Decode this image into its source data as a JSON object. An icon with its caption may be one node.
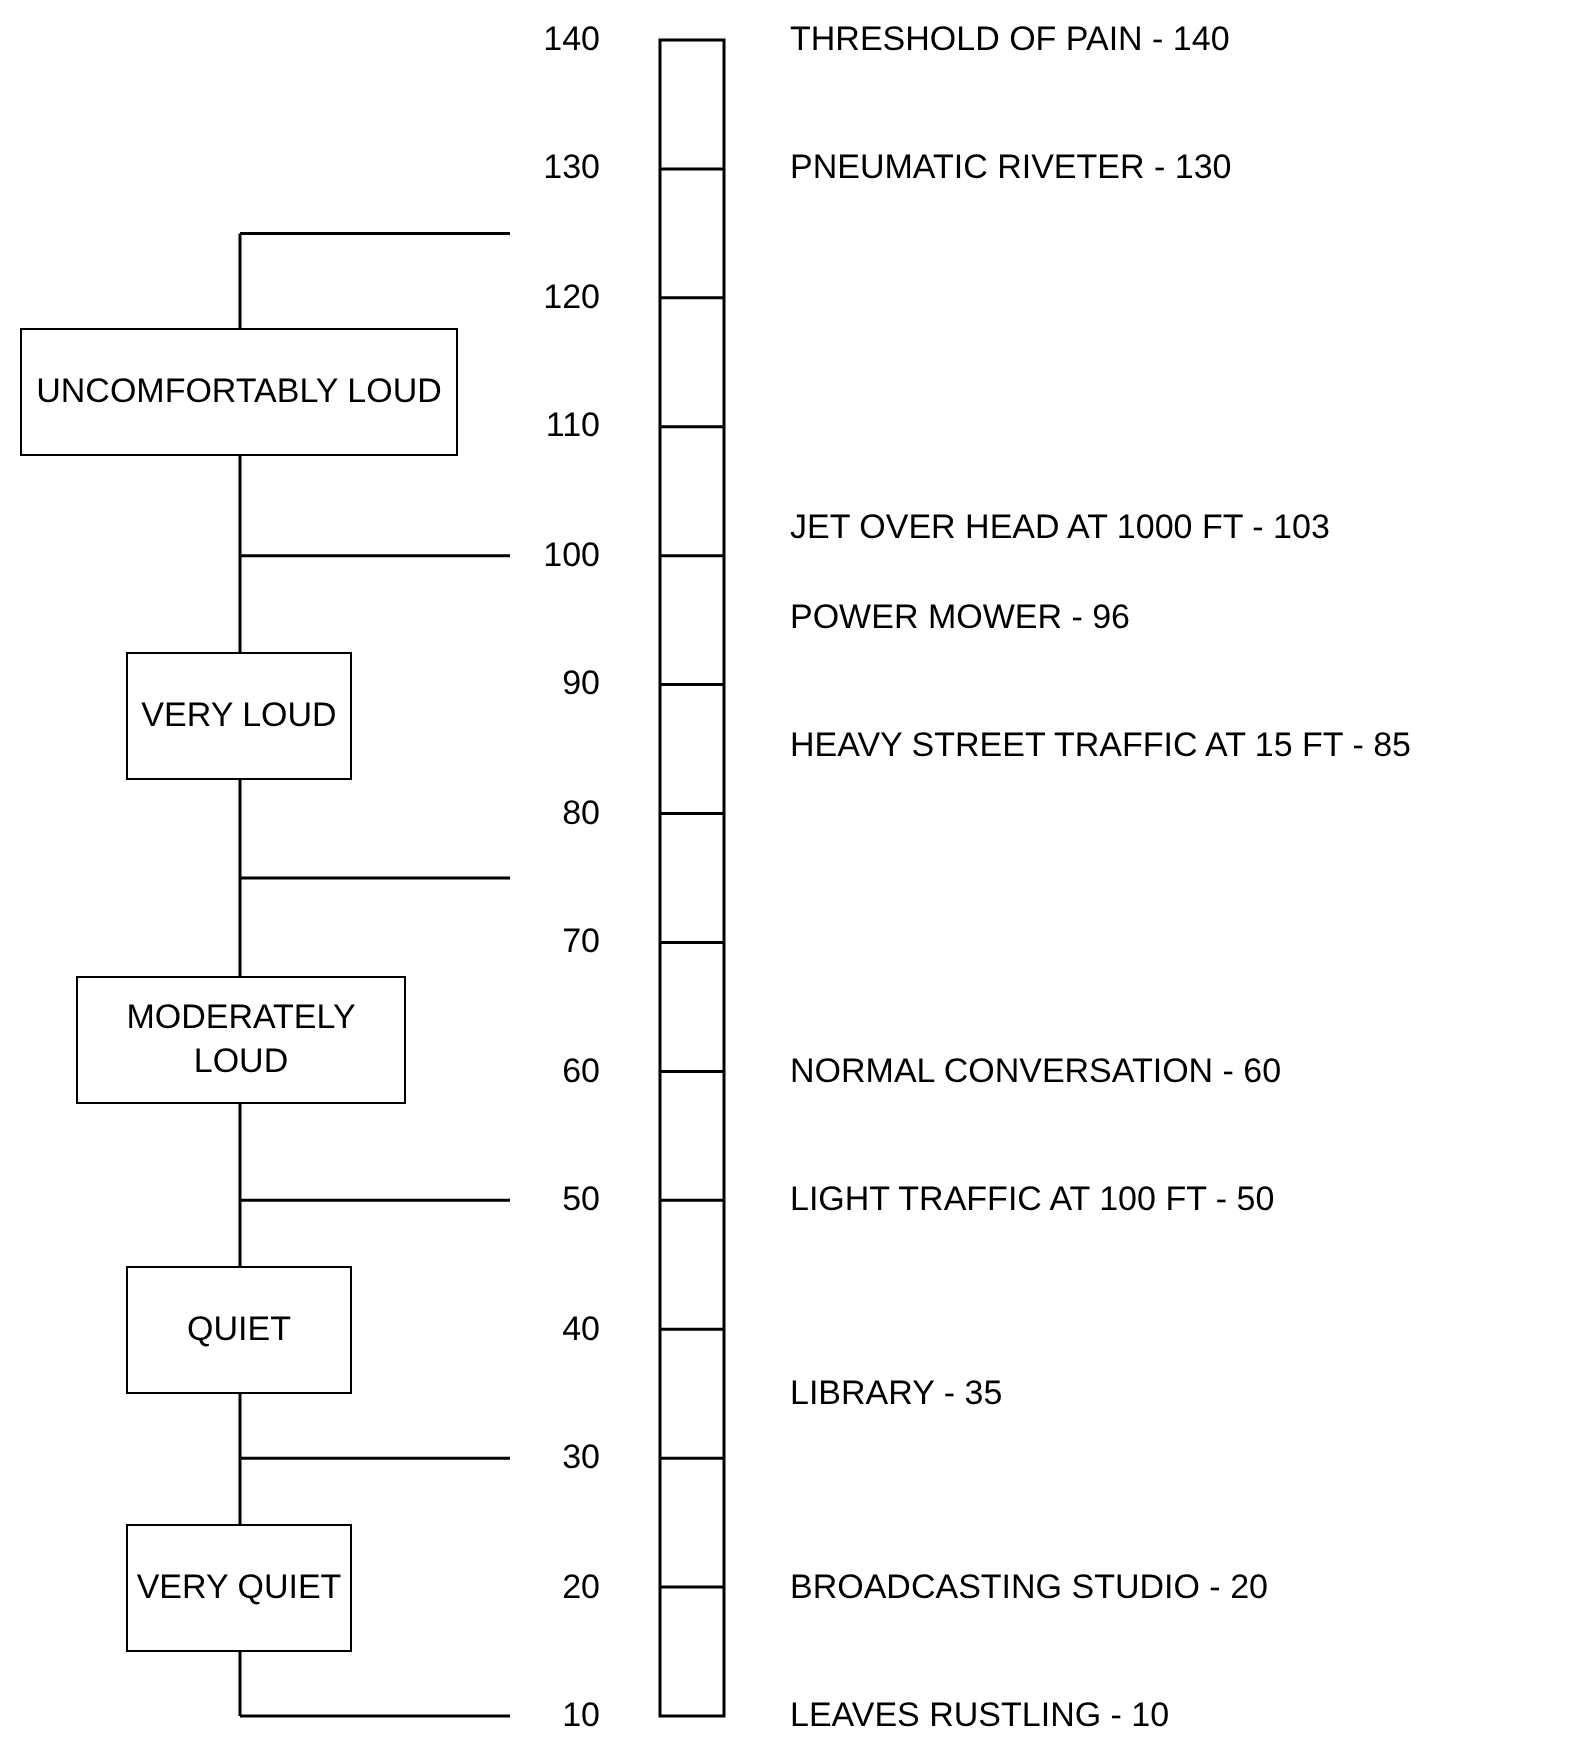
{
  "diagram": {
    "nodes": [
      {
        "text": [
          "UNCOMFORTABLY LOUD"
        ]
      },
      {
        "text": [
          "VERY LOUD"
        ]
      },
      {
        "text": [
          "MODERATELY LOUD"
        ]
      },
      {
        "text": [
          "QUIET"
        ]
      },
      {
        "text": [
          "VERY QUIET"
        ]
      }
    ],
    "labels": [
      "140",
      "THRESHOLD OF PAIN - 140",
      "130",
      "PNEUMATIC RIVETER - 130",
      "120",
      "110",
      "JET OVER HEAD AT 1000 FT - 103",
      "100",
      "POWER MOWER - 96",
      "90",
      "HEAVY STREET TRAFFIC AT 15 FT - 85",
      "80",
      "70",
      "60",
      "NORMAL CONVERSATION - 60",
      "50",
      "LIGHT TRAFFIC AT 100 FT - 50",
      "40",
      "LIBRARY - 35",
      "30",
      "20",
      "BROADCASTING STUDIO - 20",
      "10",
      "LEAVES RUSTLING - 10"
    ]
  }
}
